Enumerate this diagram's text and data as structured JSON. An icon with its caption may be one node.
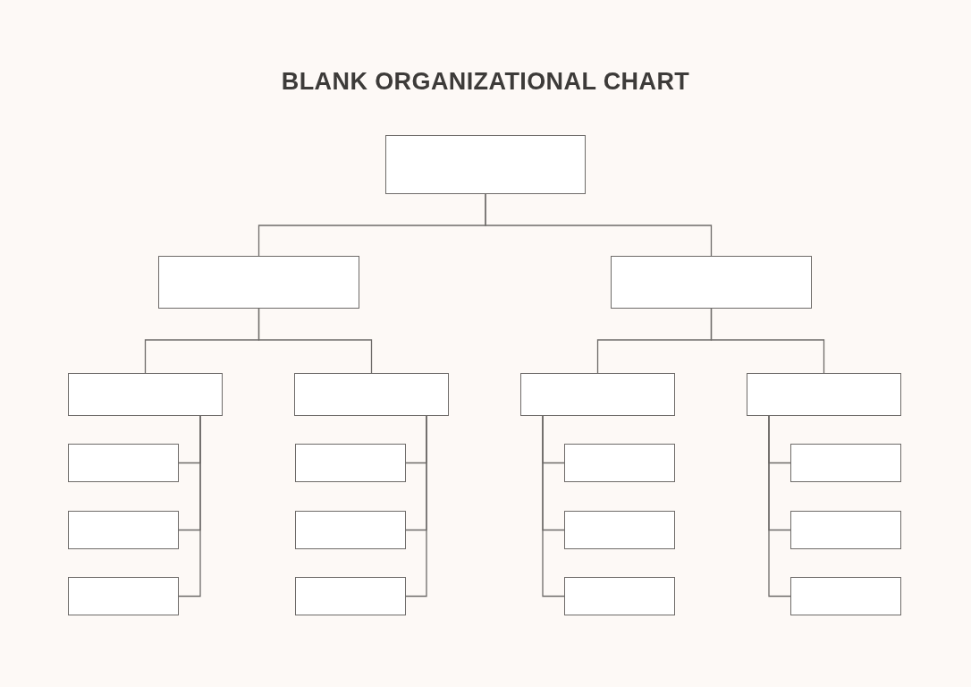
{
  "diagram": {
    "title": "BLANK ORGANIZATIONAL CHART",
    "nodes": [
      {
        "text": [],
        "shape": "box"
      },
      {
        "text": [],
        "shape": "box"
      },
      {
        "text": [],
        "shape": "box"
      },
      {
        "text": [],
        "shape": "box"
      },
      {
        "text": [],
        "shape": "box"
      },
      {
        "text": [],
        "shape": "box"
      },
      {
        "text": [],
        "shape": "box"
      },
      {
        "text": [],
        "shape": "box"
      },
      {
        "text": [],
        "shape": "box"
      },
      {
        "text": [],
        "shape": "box"
      },
      {
        "text": [],
        "shape": "box"
      },
      {
        "text": [],
        "shape": "box"
      },
      {
        "text": [],
        "shape": "box"
      },
      {
        "text": [],
        "shape": "box"
      },
      {
        "text": [],
        "shape": "box"
      },
      {
        "text": [],
        "shape": "box"
      },
      {
        "text": [],
        "shape": "box"
      },
      {
        "text": [],
        "shape": "box"
      },
      {
        "text": [],
        "shape": "box"
      }
    ],
    "edges": [
      {
        "from": 0,
        "to": 1,
        "arrow": "none"
      },
      {
        "from": 0,
        "to": 2,
        "arrow": "none"
      },
      {
        "from": 1,
        "to": 3,
        "arrow": "none"
      },
      {
        "from": 1,
        "to": 4,
        "arrow": "none"
      },
      {
        "from": 2,
        "to": 5,
        "arrow": "none"
      },
      {
        "from": 2,
        "to": 6,
        "arrow": "none"
      },
      {
        "from": 3,
        "to": 7,
        "arrow": "none"
      },
      {
        "from": 3,
        "to": 11,
        "arrow": "none"
      },
      {
        "from": 3,
        "to": 15,
        "arrow": "none"
      },
      {
        "from": 4,
        "to": 8,
        "arrow": "none"
      },
      {
        "from": 4,
        "to": 12,
        "arrow": "none"
      },
      {
        "from": 4,
        "to": 16,
        "arrow": "none"
      },
      {
        "from": 5,
        "to": 9,
        "arrow": "none"
      },
      {
        "from": 5,
        "to": 13,
        "arrow": "none"
      },
      {
        "from": 5,
        "to": 17,
        "arrow": "none"
      },
      {
        "from": 6,
        "to": 10,
        "arrow": "none"
      },
      {
        "from": 6,
        "to": 14,
        "arrow": "none"
      },
      {
        "from": 6,
        "to": 18,
        "arrow": "none"
      }
    ]
  }
}
